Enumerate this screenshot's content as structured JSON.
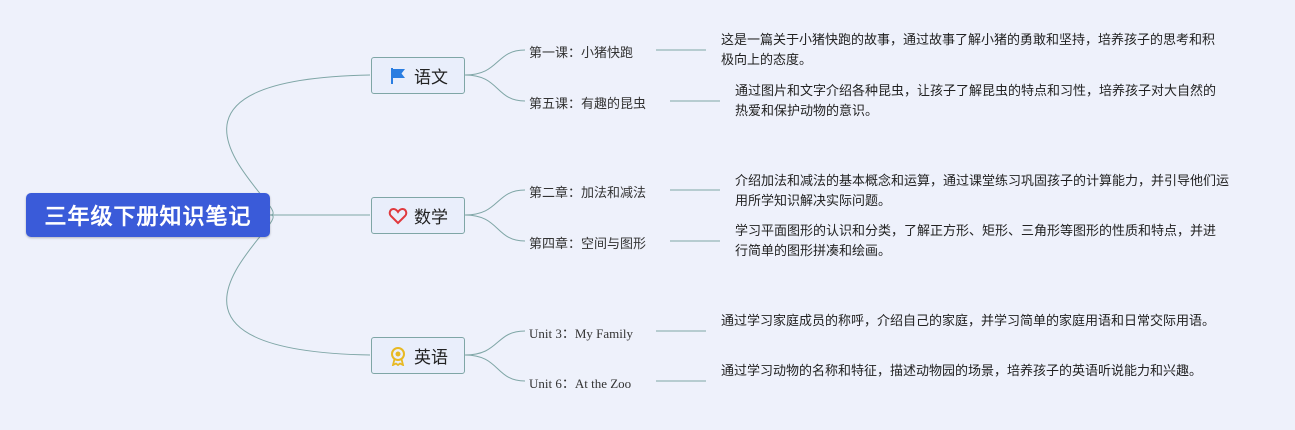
{
  "root": {
    "title": "三年级下册知识笔记"
  },
  "subjects": [
    {
      "name": "语文",
      "icon": "flag-icon",
      "lessons": [
        {
          "title": "第一课：小猪快跑",
          "desc": "这是一篇关于小猪快跑的故事，通过故事了解小猪的勇敢和坚持，培养孩子的思考和积极向上的态度。"
        },
        {
          "title": "第五课：有趣的昆虫",
          "desc": "通过图片和文字介绍各种昆虫，让孩子了解昆虫的特点和习性，培养孩子对大自然的热爱和保护动物的意识。"
        }
      ]
    },
    {
      "name": "数学",
      "icon": "heart-icon",
      "lessons": [
        {
          "title": "第二章：加法和减法",
          "desc": "介绍加法和减法的基本概念和运算，通过课堂练习巩固孩子的计算能力，并引导他们运用所学知识解决实际问题。"
        },
        {
          "title": "第四章：空间与图形",
          "desc": "学习平面图形的认识和分类，了解正方形、矩形、三角形等图形的性质和特点，并进行简单的图形拼凑和绘画。"
        }
      ]
    },
    {
      "name": "英语",
      "icon": "award-ribbon-icon",
      "lessons": [
        {
          "title": "Unit 3：My Family",
          "desc": "通过学习家庭成员的称呼，介绍自己的家庭，并学习简单的家庭用语和日常交际用语。"
        },
        {
          "title": "Unit 6：At the Zoo",
          "desc": "通过学习动物的名称和特征，描述动物园的场景，培养孩子的英语听说能力和兴趣。"
        }
      ]
    }
  ],
  "colors": {
    "background": "#eef1fb",
    "root_fill": "#3a5bd9",
    "connector": "#7fa6a6",
    "flag": "#2a7de1",
    "heart": "#e0393e",
    "ribbon": "#e8b923"
  }
}
